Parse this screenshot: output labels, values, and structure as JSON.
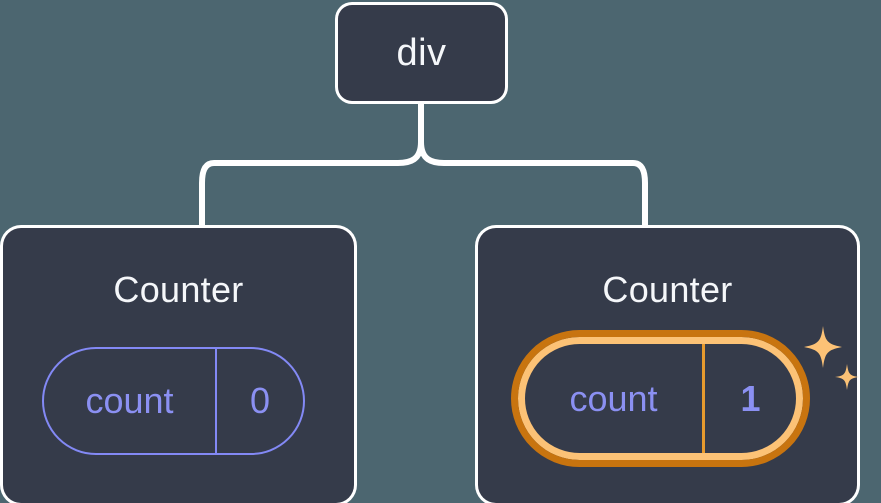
{
  "diagram": {
    "type": "component-tree",
    "background_color": "#4c6670",
    "node_color": "#353b4a",
    "node_border_color": "#ffffff",
    "accent_indigo": "#8b90f2",
    "accent_orange_light": "#fcc276",
    "accent_orange_dark": "#c8740f",
    "root": {
      "label": "div"
    },
    "children": [
      {
        "title": "Counter",
        "state": {
          "key": "count",
          "value": "0",
          "highlighted": false,
          "value_bold": false
        },
        "sparkles": false
      },
      {
        "title": "Counter",
        "state": {
          "key": "count",
          "value": "1",
          "highlighted": true,
          "value_bold": true
        },
        "sparkles": true
      }
    ],
    "icons": {
      "sparkle_large": "sparkle-icon",
      "sparkle_small": "sparkle-icon"
    }
  }
}
